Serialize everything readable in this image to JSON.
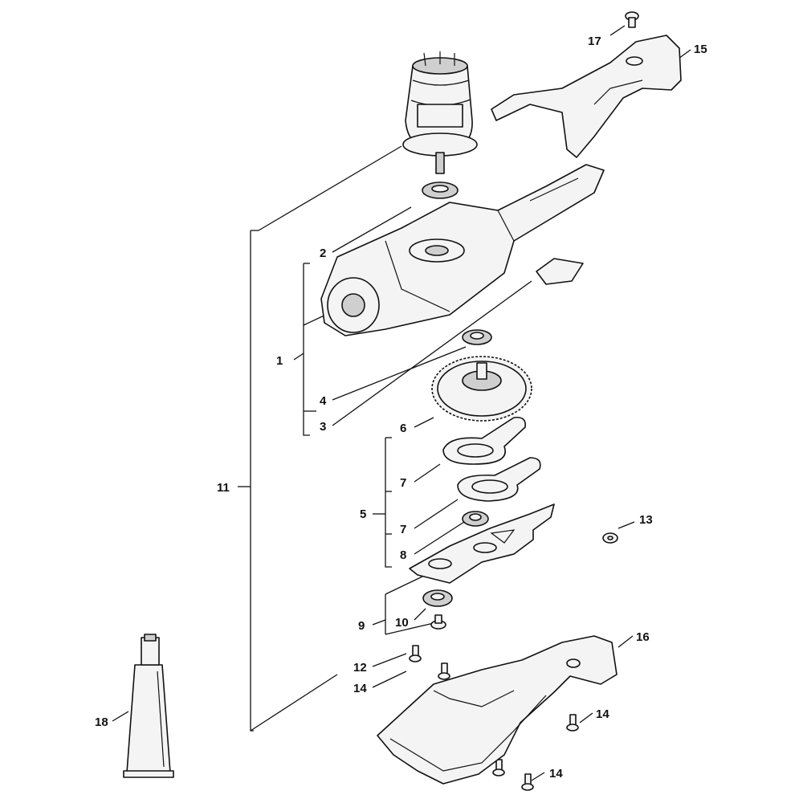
{
  "diagram": {
    "callouts": {
      "c1": "1",
      "c2": "2",
      "c3": "3",
      "c4": "4",
      "c5": "5",
      "c6": "6",
      "c7a": "7",
      "c7b": "7",
      "c8": "8",
      "c9": "9",
      "c10": "10",
      "c11": "11",
      "c12": "12",
      "c13": "13",
      "c14a": "14",
      "c14b": "14",
      "c14c": "14",
      "c15": "15",
      "c16": "16",
      "c17": "17",
      "c18": "18"
    }
  }
}
